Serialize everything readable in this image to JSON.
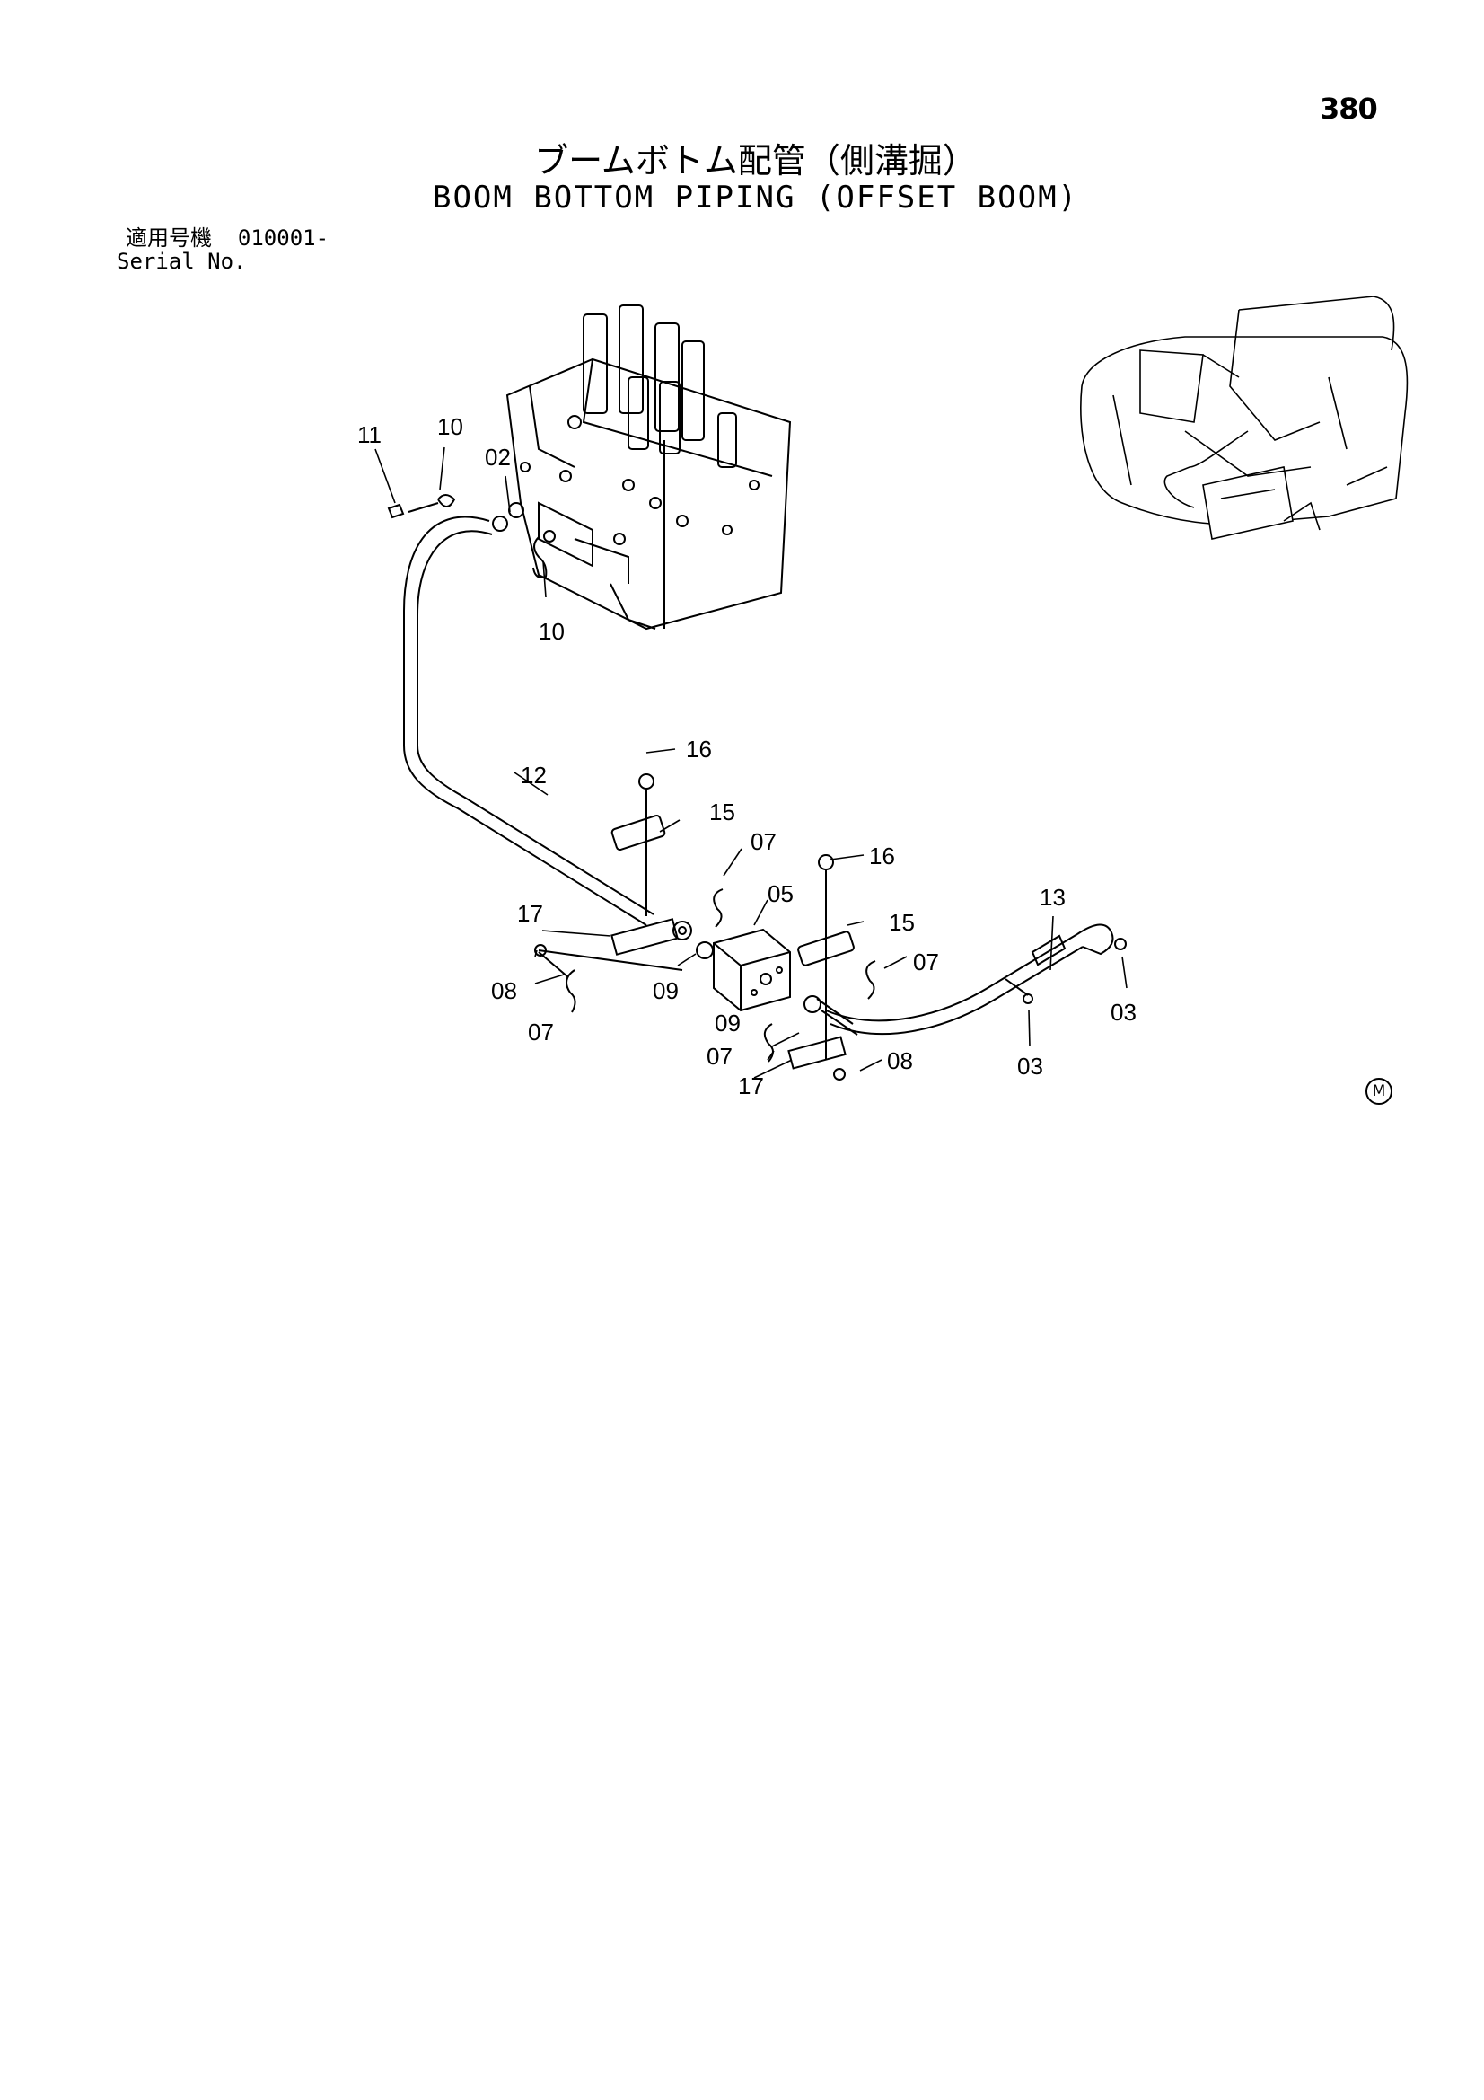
{
  "header": {
    "page_number": "380",
    "title_jp": "ブームボトム配管（側溝掘）",
    "title_en": "BOOM BOTTOM PIPING (OFFSET BOOM)"
  },
  "serial": {
    "label_jp": "適用号機",
    "value": "010001-",
    "label_en": "Serial No."
  },
  "callouts": {
    "c11": "11",
    "c10a": "10",
    "c02": "02",
    "c10b": "10",
    "c16a": "16",
    "c12": "12",
    "c15a": "15",
    "c07a": "07",
    "c05": "05",
    "c17a": "17",
    "c08a": "08",
    "c07b": "07",
    "c09a": "09",
    "c16b": "16",
    "c15b": "15",
    "c07c": "07",
    "c09b": "09",
    "c07d": "07",
    "c17b": "17",
    "c08b": "08",
    "c13": "13",
    "c03a": "03",
    "c03b": "03"
  },
  "corner_mark": "M"
}
